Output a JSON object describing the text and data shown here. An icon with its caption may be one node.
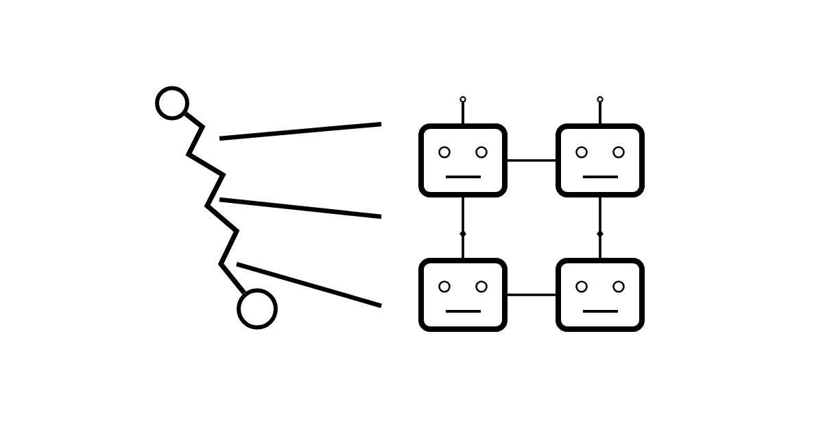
{
  "diagram": {
    "nodes": [
      {
        "text": [],
        "shape": "circle"
      },
      {
        "text": [],
        "shape": "circle"
      },
      {
        "text": [],
        "shape": "robot"
      },
      {
        "text": [],
        "shape": "robot"
      },
      {
        "text": [],
        "shape": "robot"
      },
      {
        "text": [],
        "shape": "robot"
      }
    ],
    "edges": [
      {
        "from": 0,
        "to": 1,
        "arrow": "none",
        "style": "thick"
      },
      {
        "from": 2,
        "to": 3,
        "arrow": "none"
      },
      {
        "from": 2,
        "to": 4,
        "arrow": "none"
      },
      {
        "from": 3,
        "to": 5,
        "arrow": "none"
      },
      {
        "from": 4,
        "to": 5,
        "arrow": "none"
      }
    ]
  }
}
